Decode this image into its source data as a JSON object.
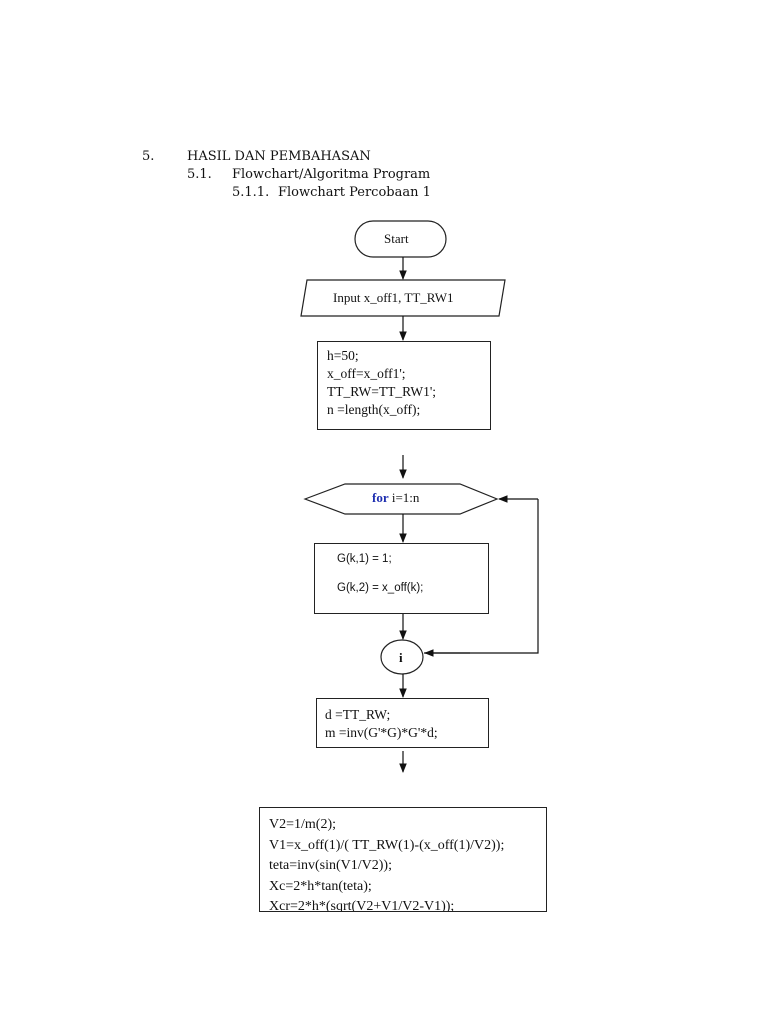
{
  "headings": {
    "h1_num": "5.",
    "h1_text": "HASIL DAN PEMBAHASAN",
    "h2_num": "5.1.",
    "h2_text": "Flowchart/Algoritma Program",
    "h3_num": "5.1.1.",
    "h3_text": "Flowchart Percobaan 1"
  },
  "flowchart": {
    "start": "Start",
    "input": "Input  x_off1, TT_RW1",
    "init_lines": [
      "h=50;",
      "x_off=x_off1';",
      "TT_RW=TT_RW1';",
      "n =length(x_off);"
    ],
    "loop_keyword": "for",
    "loop_rest": " i=1:n",
    "body_lines": [
      "G(k,1) = 1;",
      "G(k,2) = x_off(k);"
    ],
    "connector": "i",
    "solve_lines": [
      "d  =TT_RW;",
      "m =inv(G'*G)*G'*d;"
    ],
    "final_lines": [
      "V2=1/m(2);",
      "V1=x_off(1)/( TT_RW(1)-(x_off(1)/V2));",
      "teta=inv(sin(V1/V2));",
      "Xc=2*h*tan(teta);",
      "Xcr=2*h*(sqrt(V2+V1/V2-V1));"
    ]
  },
  "colors": {
    "keyword": "#1f2fb0",
    "stroke": "#222222"
  }
}
